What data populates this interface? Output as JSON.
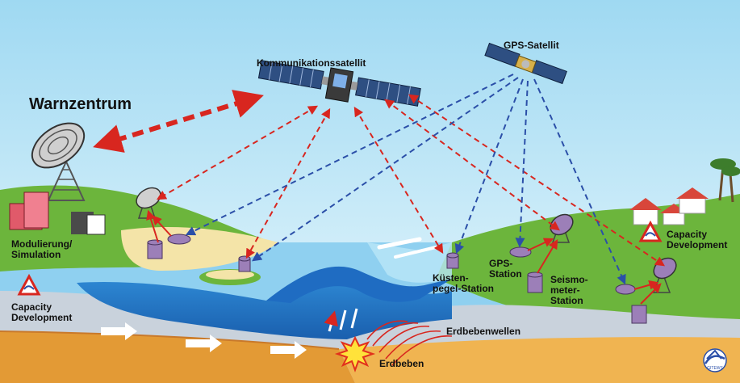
{
  "labels": {
    "warnzentrum": "Warnzentrum",
    "kommunikationssatellit": "Kommunikationssatellit",
    "gps_satellit": "GPS-Satellit",
    "modulierung": "Modulierung/\nSimulation",
    "capacity_left": "Capacity\nDevelopment",
    "capacity_right": "Capacity\nDevelopment",
    "kuesten": "Küsten-\npegel-Station",
    "gps_station": "GPS-\nStation",
    "seismo": "Seismo-\nmeter-\nStation",
    "erdbebenwellen": "Erdbebenwellen",
    "erdbeben": "Erdbeben",
    "logo_text": "GITEWS"
  },
  "colors": {
    "sky_top": "#aee0f5",
    "sky_bottom": "#e8f7fd",
    "land_green": "#6cb53c",
    "sea_blue": "#2f86d4",
    "sand": "#f4e4a8",
    "ground_orange": "#e39a35",
    "link_red": "#d8261f",
    "link_blue": "#2b4fa8"
  }
}
